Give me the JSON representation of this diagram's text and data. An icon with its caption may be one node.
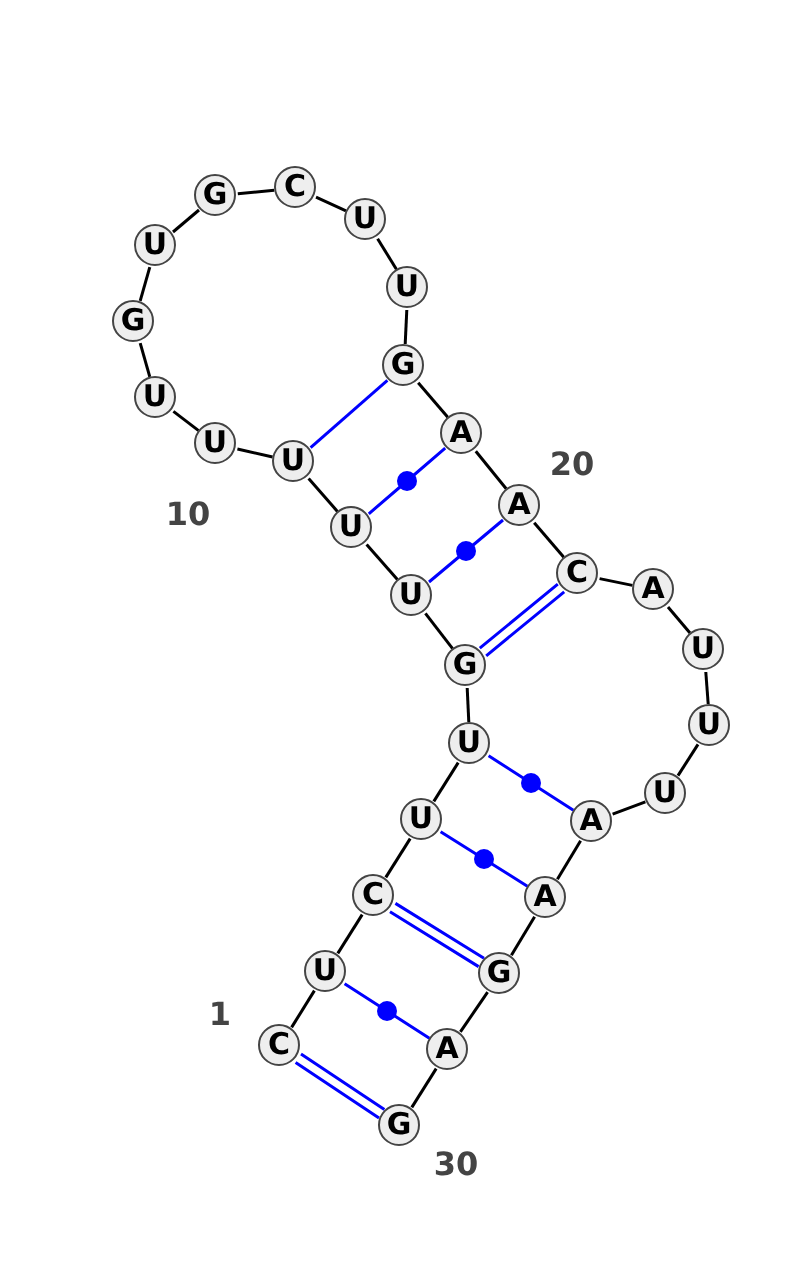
{
  "diagram": {
    "nodes": [
      {
        "text": [
          "C"
        ]
      },
      {
        "text": [
          "U"
        ]
      },
      {
        "text": [
          "C"
        ]
      },
      {
        "text": [
          "U"
        ]
      },
      {
        "text": [
          "U"
        ]
      },
      {
        "text": [
          "G"
        ]
      },
      {
        "text": [
          "U"
        ]
      },
      {
        "text": [
          "U"
        ]
      },
      {
        "text": [
          "U"
        ]
      },
      {
        "text": [
          "U"
        ]
      },
      {
        "text": [
          "U"
        ]
      },
      {
        "text": [
          "G"
        ]
      },
      {
        "text": [
          "U"
        ]
      },
      {
        "text": [
          "G"
        ]
      },
      {
        "text": [
          "C"
        ]
      },
      {
        "text": [
          "U"
        ]
      },
      {
        "text": [
          "U"
        ]
      },
      {
        "text": [
          "G"
        ]
      },
      {
        "text": [
          "A"
        ]
      },
      {
        "text": [
          "A"
        ]
      },
      {
        "text": [
          "C"
        ]
      },
      {
        "text": [
          "A"
        ]
      },
      {
        "text": [
          "U"
        ]
      },
      {
        "text": [
          "U"
        ]
      },
      {
        "text": [
          "U"
        ]
      },
      {
        "text": [
          "A"
        ]
      },
      {
        "text": [
          "A"
        ]
      },
      {
        "text": [
          "G"
        ]
      },
      {
        "text": [
          "A"
        ]
      },
      {
        "text": [
          "G"
        ]
      }
    ],
    "edges": [
      {
        "from": 0,
        "to": 1,
        "arrow": "none"
      },
      {
        "from": 1,
        "to": 2,
        "arrow": "none"
      },
      {
        "from": 2,
        "to": 3,
        "arrow": "none"
      },
      {
        "from": 3,
        "to": 4,
        "arrow": "none"
      },
      {
        "from": 4,
        "to": 5,
        "arrow": "none"
      },
      {
        "from": 5,
        "to": 6,
        "arrow": "none"
      },
      {
        "from": 6,
        "to": 7,
        "arrow": "none"
      },
      {
        "from": 7,
        "to": 8,
        "arrow": "none"
      },
      {
        "from": 8,
        "to": 9,
        "arrow": "none"
      },
      {
        "from": 9,
        "to": 10,
        "arrow": "none"
      },
      {
        "from": 10,
        "to": 11,
        "arrow": "none"
      },
      {
        "from": 11,
        "to": 12,
        "arrow": "none"
      },
      {
        "from": 12,
        "to": 13,
        "arrow": "none"
      },
      {
        "from": 13,
        "to": 14,
        "arrow": "none"
      },
      {
        "from": 14,
        "to": 15,
        "arrow": "none"
      },
      {
        "from": 15,
        "to": 16,
        "arrow": "none"
      },
      {
        "from": 16,
        "to": 17,
        "arrow": "none"
      },
      {
        "from": 17,
        "to": 18,
        "arrow": "none"
      },
      {
        "from": 18,
        "to": 19,
        "arrow": "none"
      },
      {
        "from": 19,
        "to": 20,
        "arrow": "none"
      },
      {
        "from": 20,
        "to": 21,
        "arrow": "none"
      },
      {
        "from": 21,
        "to": 22,
        "arrow": "none"
      },
      {
        "from": 22,
        "to": 23,
        "arrow": "none"
      },
      {
        "from": 23,
        "to": 24,
        "arrow": "none"
      },
      {
        "from": 24,
        "to": 25,
        "arrow": "none"
      },
      {
        "from": 25,
        "to": 26,
        "arrow": "none"
      },
      {
        "from": 26,
        "to": 27,
        "arrow": "none"
      },
      {
        "from": 27,
        "to": 28,
        "arrow": "none"
      },
      {
        "from": 28,
        "to": 29,
        "arrow": "none"
      },
      {
        "from": 0,
        "to": 29,
        "arrow": "none",
        "color": "#0000ff"
      },
      {
        "from": 1,
        "to": 28,
        "arrow": "none",
        "color": "#0000ff"
      },
      {
        "from": 2,
        "to": 27,
        "arrow": "none",
        "color": "#0000ff"
      },
      {
        "from": 3,
        "to": 26,
        "arrow": "none",
        "color": "#0000ff"
      },
      {
        "from": 4,
        "to": 25,
        "arrow": "none",
        "color": "#0000ff"
      },
      {
        "from": 5,
        "to": 20,
        "arrow": "none",
        "color": "#0000ff"
      },
      {
        "from": 6,
        "to": 19,
        "arrow": "none",
        "color": "#0000ff"
      },
      {
        "from": 7,
        "to": 18,
        "arrow": "none",
        "color": "#0000ff"
      },
      {
        "from": 8,
        "to": 17,
        "arrow": "none",
        "color": "#0000ff"
      }
    ],
    "labels": [
      "1",
      "10",
      "20",
      "30"
    ]
  }
}
